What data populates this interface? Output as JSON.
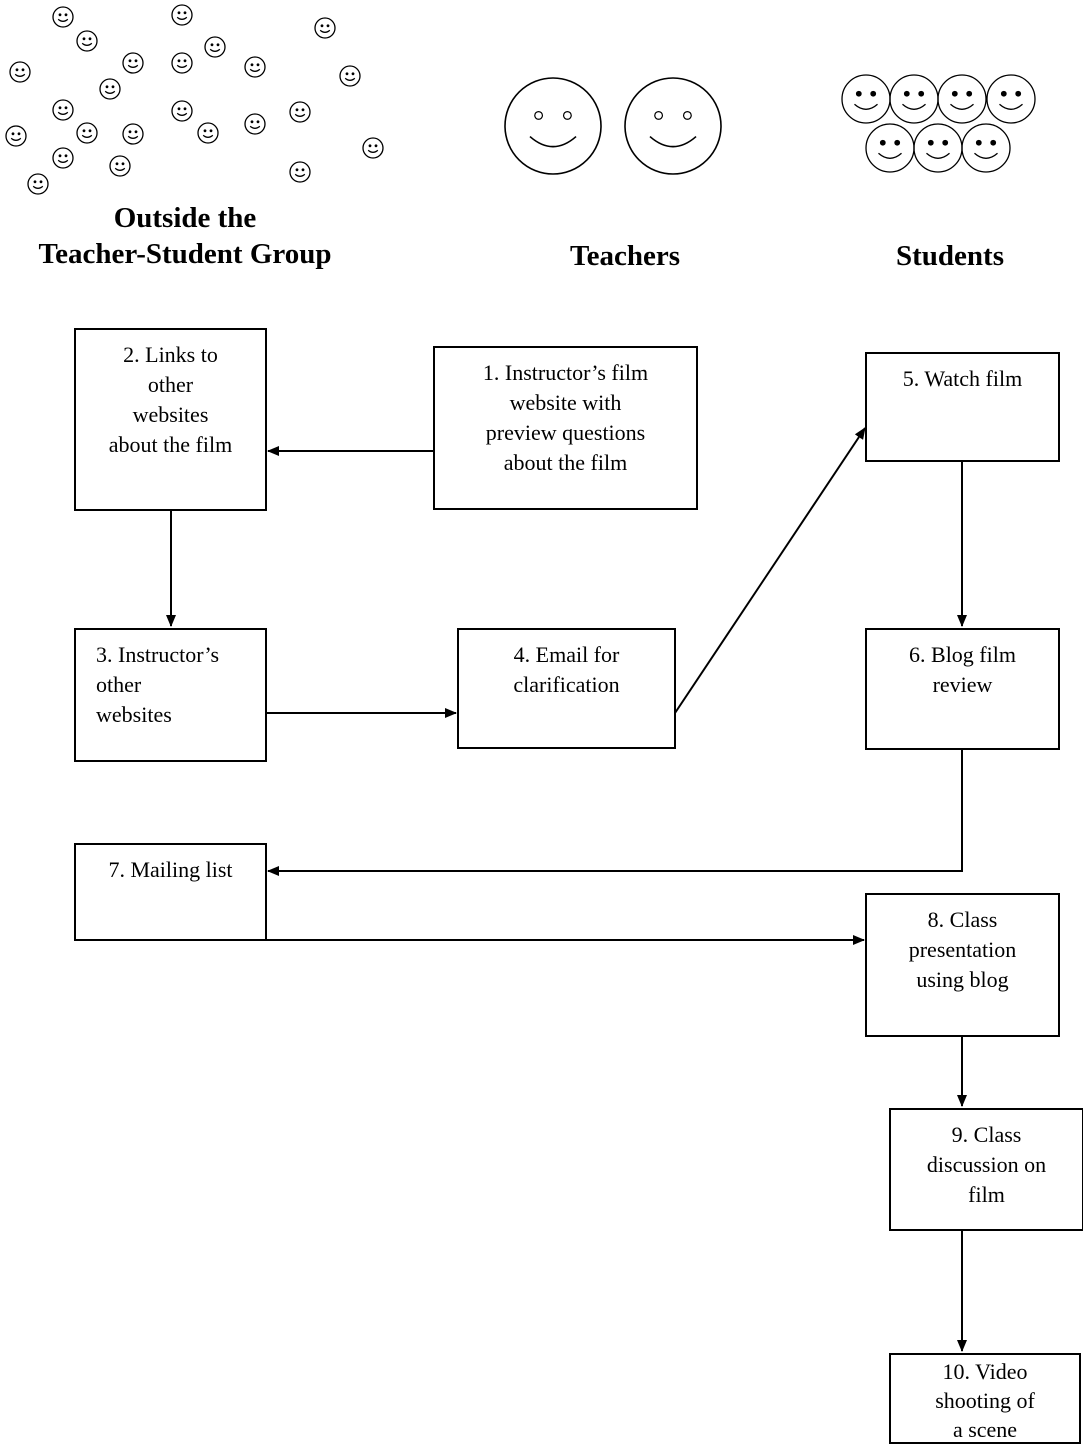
{
  "groups": {
    "outside": {
      "line1": "Outside the",
      "line2": "Teacher-Student Group"
    },
    "teachers": {
      "label": "Teachers"
    },
    "students": {
      "label": "Students"
    }
  },
  "steps": {
    "s1": {
      "lines": [
        "1. Instructor’s film",
        "website with",
        "preview questions",
        "about the film"
      ]
    },
    "s2": {
      "lines": [
        "2. Links to",
        "other",
        "websites",
        "about the film"
      ]
    },
    "s3": {
      "lines": [
        "3. Instructor’s",
        "other",
        "websites"
      ]
    },
    "s4": {
      "lines": [
        "4. Email for",
        "clarification"
      ]
    },
    "s5": {
      "lines": [
        "5. Watch film"
      ]
    },
    "s6": {
      "lines": [
        "6. Blog film",
        "review"
      ]
    },
    "s7": {
      "lines": [
        "7. Mailing list"
      ]
    },
    "s8": {
      "lines": [
        "8. Class",
        "presentation",
        "using blog"
      ]
    },
    "s9": {
      "lines": [
        "9. Class",
        "discussion on",
        "film"
      ]
    },
    "s10": {
      "lines": [
        "10. Video",
        "shooting  of",
        "a scene"
      ]
    }
  },
  "style": {
    "stroke": "#000000",
    "background": "#ffffff"
  }
}
